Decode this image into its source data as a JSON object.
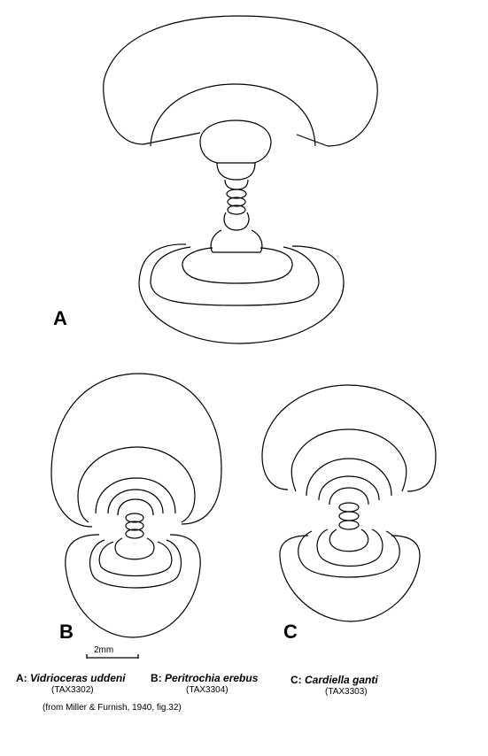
{
  "figures": {
    "a": {
      "letter": "A"
    },
    "b": {
      "letter": "B"
    },
    "c": {
      "letter": "C"
    }
  },
  "scale_bar": {
    "label": "2mm"
  },
  "captions": {
    "a": {
      "prefix": "A: ",
      "species": "Vidrioceras uddeni",
      "code": "(TAX3302)"
    },
    "b": {
      "prefix": "B: ",
      "species": "Peritrochia erebus",
      "code": "(TAX3304)"
    },
    "c": {
      "prefix": "C: ",
      "species": "Cardiella ganti",
      "code": "(TAX3303)"
    },
    "source": "(from Miller & Furnish, 1940, fig.32)"
  }
}
